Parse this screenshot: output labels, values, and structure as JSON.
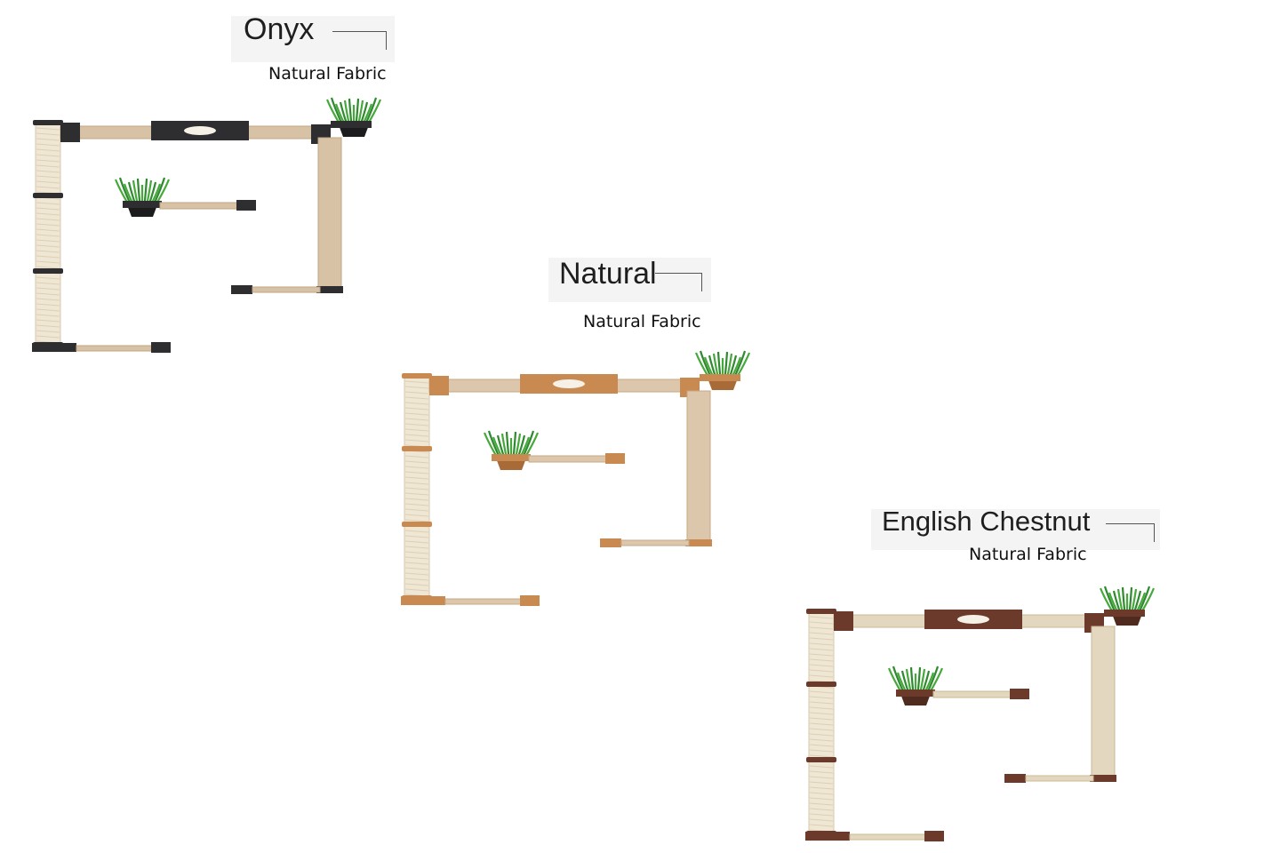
{
  "variants": [
    {
      "title": "Onyx",
      "subtitle": "Natural Fabric",
      "wood_color": "#2e2e30",
      "wood_dark": "#1c1c1e",
      "fabric_color": "#d8c2a6",
      "fabric_edge": "#bfa583"
    },
    {
      "title": "Natural",
      "subtitle": "Natural Fabric",
      "wood_color": "#c98a52",
      "wood_dark": "#a86a36",
      "fabric_color": "#dcc7ad",
      "fabric_edge": "#c4a985"
    },
    {
      "title": "English Chestnut",
      "subtitle": "Natural Fabric",
      "wood_color": "#6b3a2a",
      "wood_dark": "#4f2a1e",
      "fabric_color": "#e4d7c0",
      "fabric_edge": "#cbb894"
    }
  ]
}
